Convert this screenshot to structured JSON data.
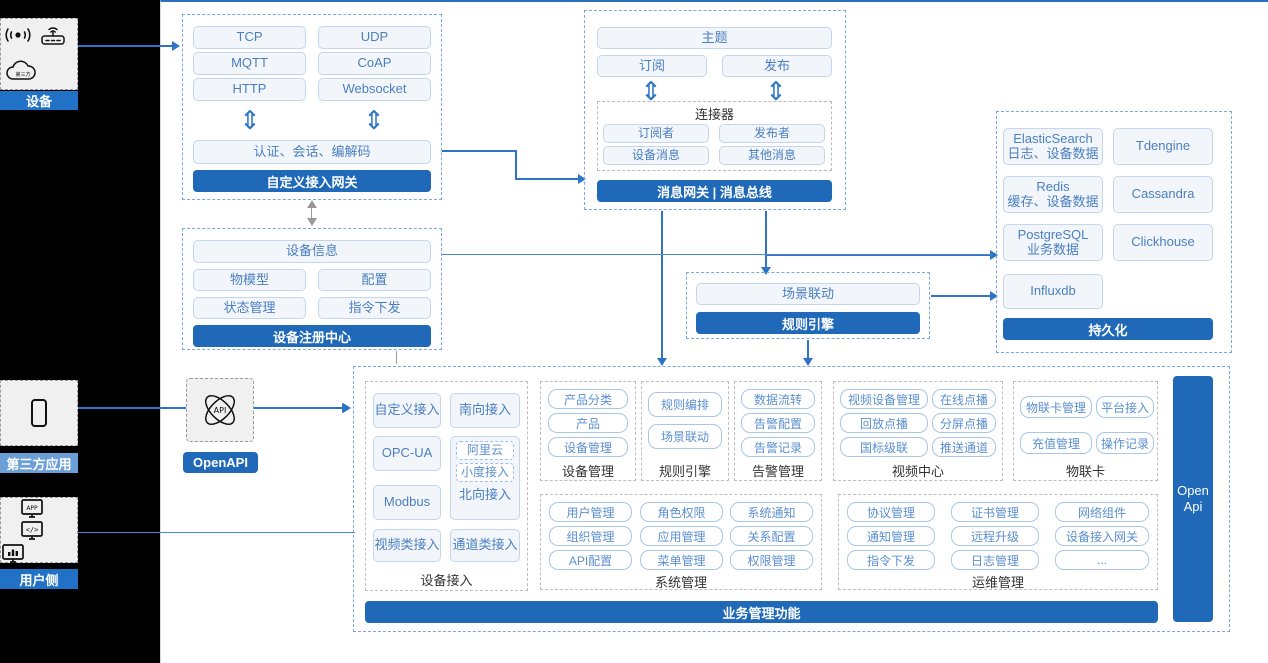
{
  "left_rail": {
    "actors": [
      {
        "id": "device",
        "label": "设备",
        "icons": [
          "signal-waves-icon",
          "router-icon",
          "cloud-icon"
        ]
      },
      {
        "id": "third-party-app",
        "label": "第三方应用",
        "icons": [
          "mobile-phone-icon"
        ]
      },
      {
        "id": "user-side",
        "label": "用户侧",
        "icons": [
          "app-window-icon",
          "code-window-icon",
          "chart-window-icon"
        ]
      }
    ]
  },
  "access_gateway": {
    "protocols": [
      "TCP",
      "UDP",
      "MQTT",
      "CoAP",
      "HTTP",
      "Websocket"
    ],
    "middle": "认证、会话、编解码",
    "banner": "自定义接入网关"
  },
  "message_gateway": {
    "topic": "主题",
    "subscribe": "订阅",
    "publish": "发布",
    "connector_title": "连接器",
    "connector_items": [
      "订阅者",
      "发布者",
      "设备消息",
      "其他消息"
    ],
    "banner": "消息网关 | 消息总线"
  },
  "device_registry": {
    "info": "设备信息",
    "items": [
      "物模型",
      "配置",
      "状态管理",
      "指令下发"
    ],
    "banner": "设备注册中心"
  },
  "rule_engine": {
    "scene": "场景联动",
    "banner": "规则引擎"
  },
  "persistence": {
    "stores": [
      {
        "name": "ElasticSearch",
        "sub": "日志、设备数据"
      },
      {
        "name": "Tdengine",
        "sub": ""
      },
      {
        "name": "Redis",
        "sub": "缓存、设备数据"
      },
      {
        "name": "Cassandra",
        "sub": ""
      },
      {
        "name": "PostgreSQL",
        "sub": "业务数据"
      },
      {
        "name": "Clickhouse",
        "sub": ""
      },
      {
        "name": "Influxdb",
        "sub": ""
      }
    ],
    "banner": "持久化"
  },
  "openapi": {
    "icon": "api-atom-icon",
    "label": "OpenAPI"
  },
  "open_api_side": {
    "line1": "Open",
    "line2": "Api"
  },
  "business": {
    "banner": "业务管理功能",
    "device_access": {
      "caption": "设备接入",
      "left": [
        "自定义接入",
        "OPC-UA",
        "Modbus",
        "视频类接入"
      ],
      "right_top": "南向接入",
      "north": {
        "items": [
          "阿里云",
          "小度接入"
        ],
        "label": "北向接入"
      },
      "right_bottom": "通道类接入"
    },
    "modules_row1": [
      {
        "caption": "设备管理",
        "items": [
          "产品分类",
          "产品",
          "设备管理"
        ]
      },
      {
        "caption": "规则引擎",
        "items": [
          "规则编排",
          "场景联动"
        ]
      },
      {
        "caption": "告警管理",
        "items": [
          "数据流转",
          "告警配置",
          "告警记录"
        ]
      },
      {
        "caption": "视频中心",
        "items": [
          "视频设备管理",
          "在线点播",
          "回放点播",
          "分屏点播",
          "国标级联",
          "推送通道"
        ]
      },
      {
        "caption": "物联卡",
        "items": [
          "物联卡管理",
          "平台接入",
          "充值管理",
          "操作记录"
        ]
      }
    ],
    "modules_row2": [
      {
        "caption": "系统管理",
        "items": [
          "用户管理",
          "角色权限",
          "系统通知",
          "组织管理",
          "应用管理",
          "关系配置",
          "API配置",
          "菜单管理",
          "权限管理"
        ]
      },
      {
        "caption": "运维管理",
        "items": [
          "协议管理",
          "证书管理",
          "网络组件",
          "通知管理",
          "远程升级",
          "设备接入网关",
          "指令下发",
          "日志管理",
          "..."
        ]
      }
    ]
  },
  "colors": {
    "brand_blue": "#1f69b8",
    "line_blue": "#2d74c4",
    "chip_fill": "#f2f6fa",
    "chip_text": "#4a7fc1",
    "dashed_border": "#7aa8de",
    "rail_bg": "#000000"
  }
}
